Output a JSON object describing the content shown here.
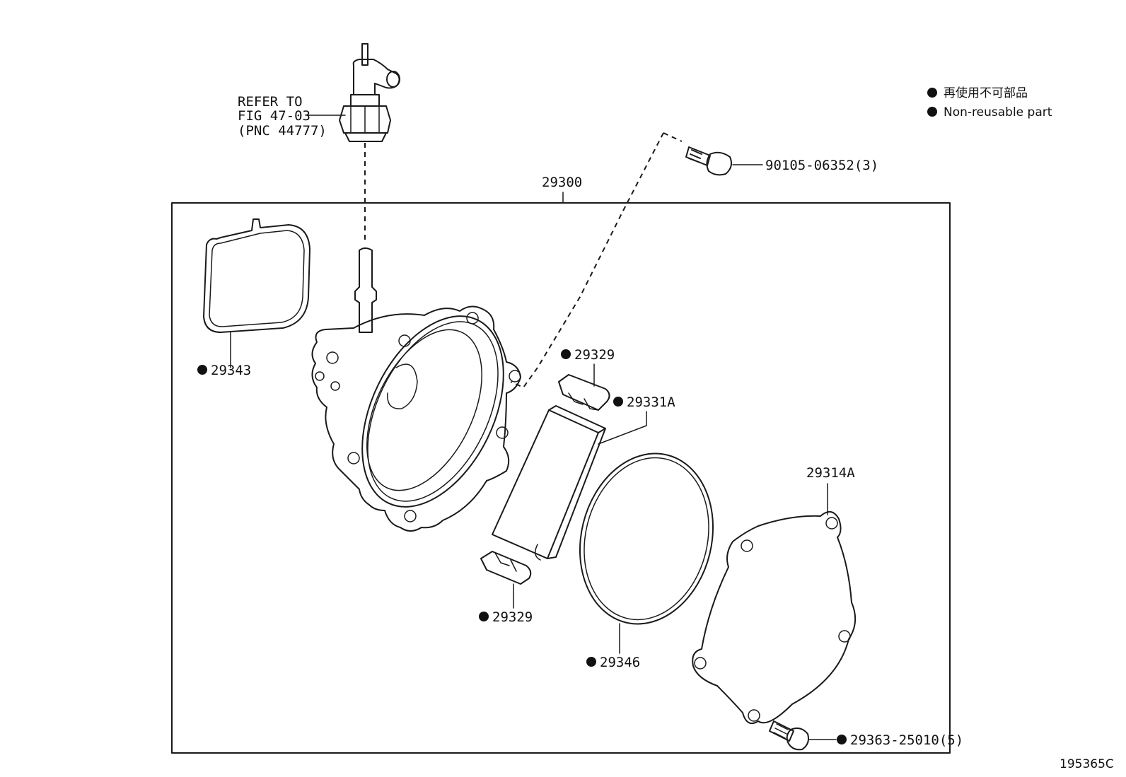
{
  "legend": {
    "jp_text": "再使用不可部品",
    "en_text": "Non-reusable part"
  },
  "reference": {
    "line1": "REFER TO",
    "line2": "FIG 47-03",
    "line3": "(PNC 44777)"
  },
  "callouts": {
    "assembly": "29300",
    "bolt_top": "90105-06352(3)",
    "gasket_left": "29343",
    "cap_upper": "29329",
    "spacer": "29331A",
    "cover": "29314A",
    "cap_lower": "29329",
    "oring": "29346",
    "screw_bottom": "29363-25010(5)"
  },
  "figure_id": "195365C",
  "colors": {
    "line": "#1a1a1a",
    "background": "#ffffff"
  }
}
